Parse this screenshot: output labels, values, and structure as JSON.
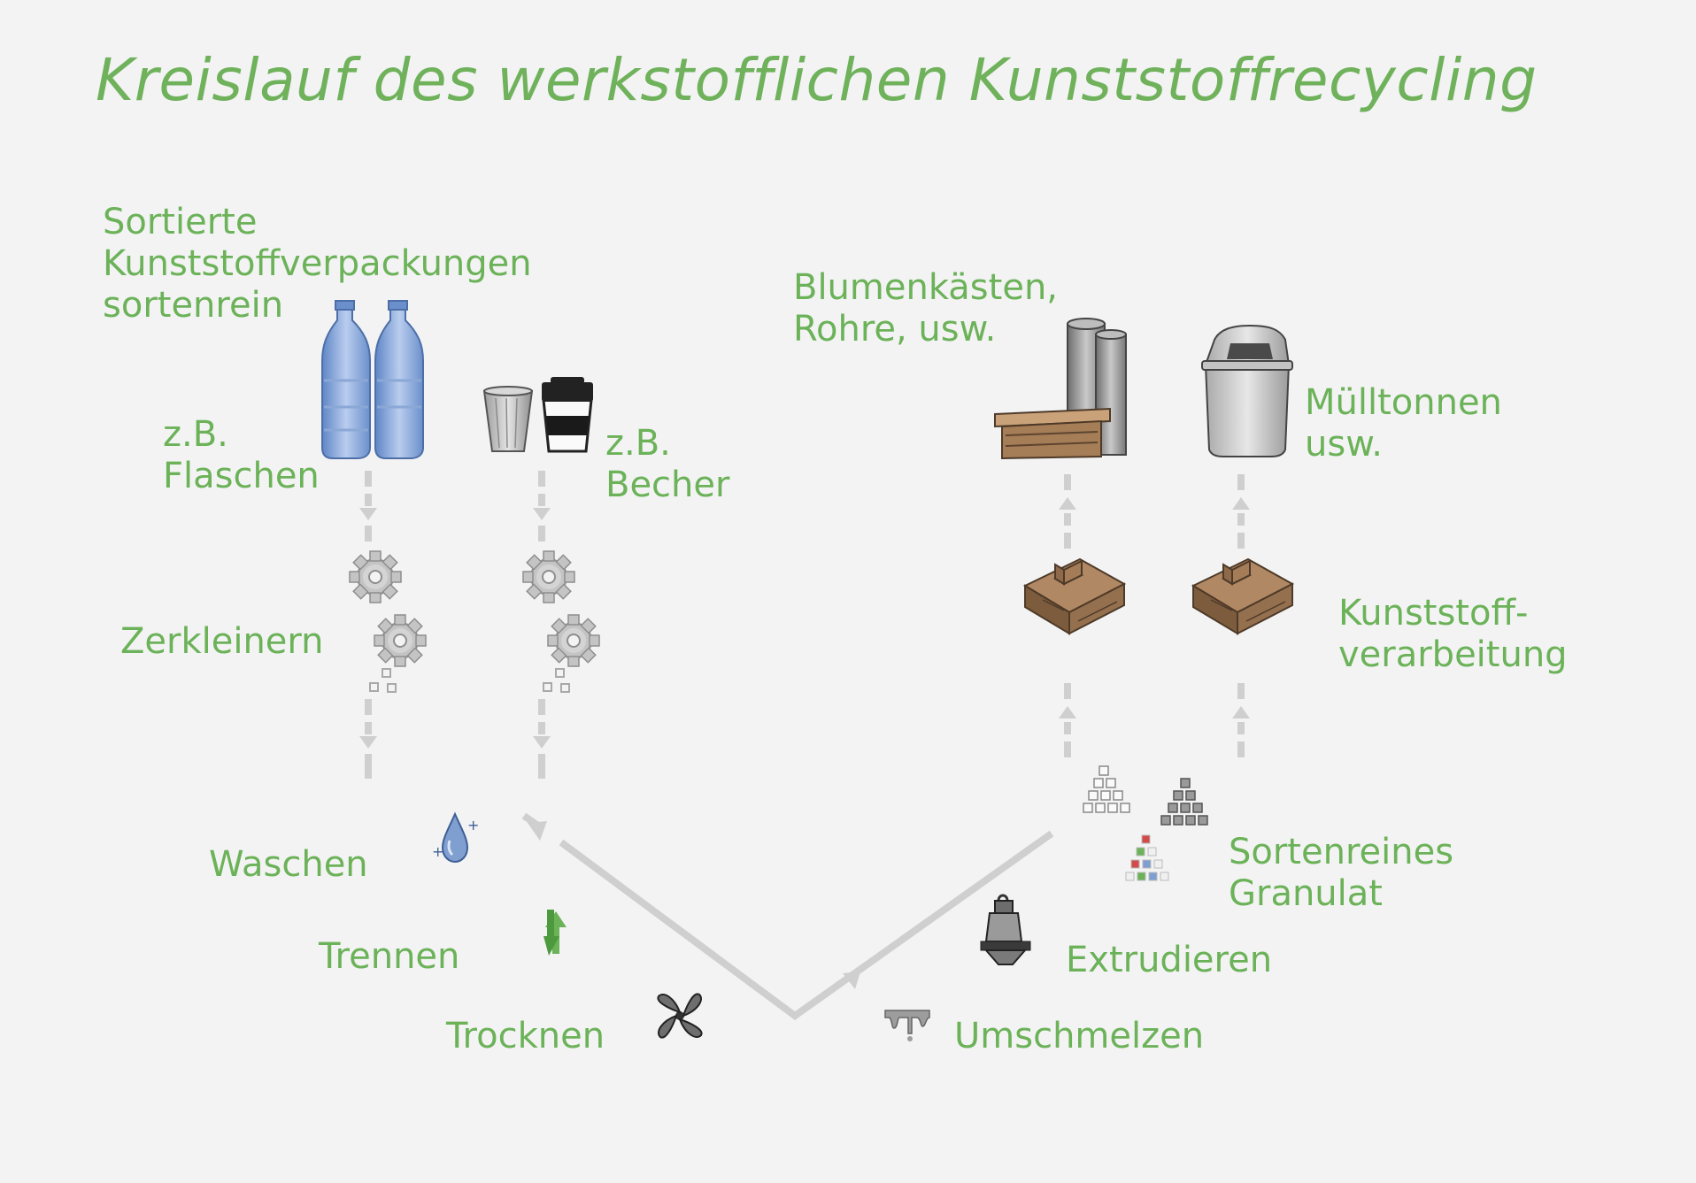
{
  "title": "Kreislauf des werkstofflichen Kunststoffrecycling",
  "labels": {
    "sortierte_1": "Sortierte",
    "sortierte_2": "Kunststoffverpackungen",
    "sortierte_3": "sortenrein",
    "flaschen_1": "z.B.",
    "flaschen_2": "Flaschen",
    "becher_1": "z.B.",
    "becher_2": "Becher",
    "zerkleinern": "Zerkleinern",
    "waschen": "Waschen",
    "trennen": "Trennen",
    "trocknen": "Trocknen",
    "umschmelzen": "Umschmelzen",
    "extrudieren": "Extrudieren",
    "granulat_1": "Sortenreines",
    "granulat_2": "Granulat",
    "verarbeitung_1": "Kunststoff-",
    "verarbeitung_2": "verarbeitung",
    "blumen_1": "Blumenkästen,",
    "blumen_2": "Rohre, usw.",
    "muell_1": "Mülltonnen",
    "muell_2": "usw."
  },
  "colors": {
    "label_green": "#6bb258",
    "arrow_gray": "#cfcfcf",
    "bottle_blue": "#7f9fd0",
    "box_brown": "#8a6a4a"
  },
  "icons": [
    "bottles-icon",
    "cups-icon",
    "gear-icon",
    "water-drop-icon",
    "separate-arrows-icon",
    "fan-icon",
    "melt-icon",
    "extruder-icon",
    "granulate-icon",
    "mold-box-icon",
    "pipes-planters-icon",
    "trash-bin-icon"
  ]
}
